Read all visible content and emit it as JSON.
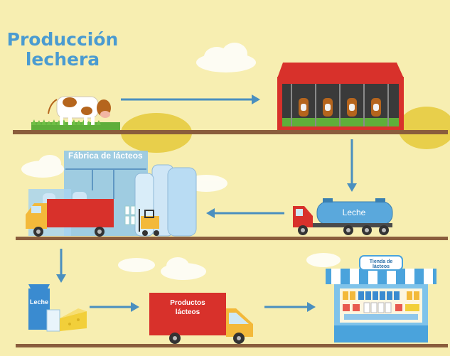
{
  "title": {
    "line1": "Producción",
    "line2": "lechera"
  },
  "labels": {
    "factory": "Fábrica de lácteos",
    "tanker": "Leche",
    "carton": "Leche",
    "van": "Productos lácteos",
    "store": "Tienda de lácteos"
  },
  "colors": {
    "background": "#f7eeb1",
    "arrow": "#4a8fbf",
    "ground": "#8a5d3c",
    "barn_roof": "#d8312b",
    "truck_red": "#d8312b",
    "tank_blue": "#5aa8dc",
    "title_blue": "#4a9bd1"
  }
}
